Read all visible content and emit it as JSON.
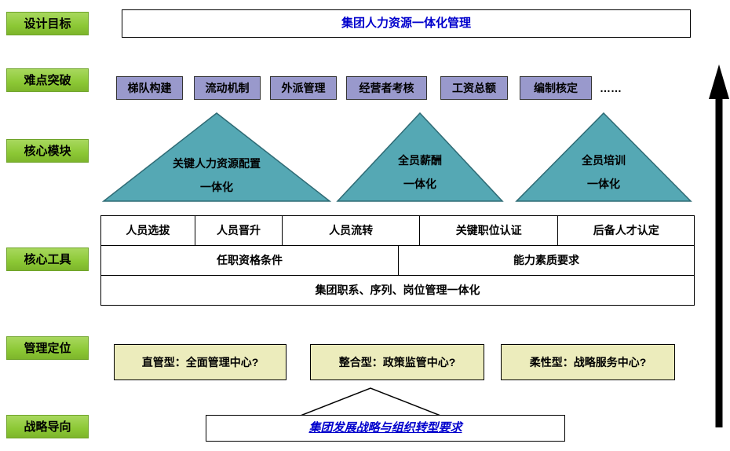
{
  "colors": {
    "label_green": "#8CC835",
    "box_purple": "#9999CC",
    "triangle_teal": "#55A8B4",
    "box_yellow": "#ECECBC",
    "title_blue": "#0000CC",
    "arrow_black": "#000000"
  },
  "row_labels": [
    "设计目标",
    "难点突破",
    "核心模块",
    "核心工具",
    "管理定位",
    "战略导向"
  ],
  "title": "集团人力资源一体化管理",
  "difficulties": [
    "梯队构建",
    "流动机制",
    "外派管理",
    "经营者考核",
    "工资总额",
    "编制核定"
  ],
  "difficulties_ellipsis": "……",
  "modules": [
    {
      "line1": "关键人力资源配置",
      "line2": "一体化"
    },
    {
      "line1": "全员薪酬",
      "line2": "一体化"
    },
    {
      "line1": "全员培训",
      "line2": "一体化"
    }
  ],
  "tools_row1": [
    "人员选拔",
    "人员晋升",
    "人员流转",
    "关键职位认证",
    "后备人才认定"
  ],
  "tools_row2": [
    "任职资格条件",
    "能力素质要求"
  ],
  "tools_row3": "集团职系、序列、岗位管理一体化",
  "positioning": [
    "直管型：全面管理中心?",
    "整合型：政策监管中心?",
    "柔性型：战略服务中心?"
  ],
  "strategy": "集团发展战略与组织转型要求"
}
